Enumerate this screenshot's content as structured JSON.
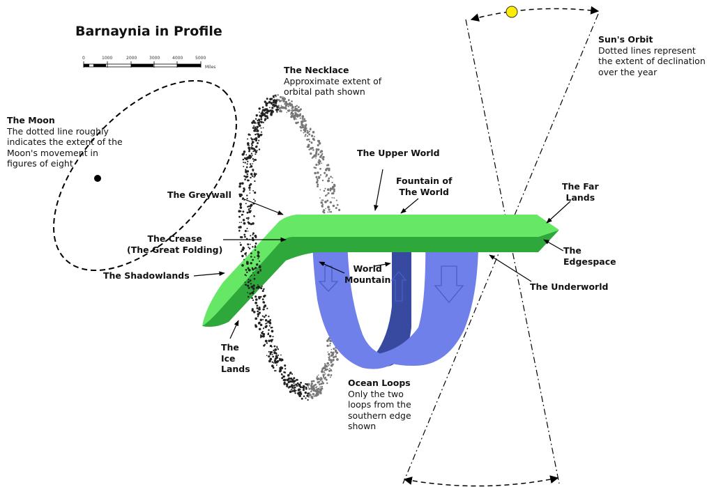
{
  "title": "Barnaynia in Profile",
  "scale": {
    "ticks": [
      "0",
      "1000",
      "2000",
      "3000",
      "4000",
      "5000"
    ],
    "unit": "Miles"
  },
  "labels": {
    "moon": {
      "title": "The Moon",
      "lines": [
        "The dotted line roughly",
        "indicates the extent of the",
        "Moon's movement in",
        "figures of eight"
      ]
    },
    "necklace": {
      "title": "The Necklace",
      "lines": [
        "Approximate extent of",
        "orbital path shown"
      ]
    },
    "sun": {
      "title": "Sun's Orbit",
      "lines": [
        "Dotted lines represent",
        "the extent of declination",
        "over the year"
      ]
    },
    "upper_world": "The Upper World",
    "fountain": [
      "Fountain of",
      "The World"
    ],
    "far_lands": [
      "The Far",
      "Lands"
    ],
    "greywall": "The Greywall",
    "crease": [
      "The Crease",
      "(The Great Folding)"
    ],
    "edgespace": [
      "The",
      "Edgespace"
    ],
    "shadowlands": "The Shadowlands",
    "world_mountain": [
      "World",
      "Mountain"
    ],
    "underworld": "The Underworld",
    "ice_lands": [
      "The",
      "Ice",
      "Lands"
    ],
    "ocean_loops": {
      "title": "Ocean Loops",
      "lines": [
        "Only the two",
        "loops from the",
        "southern edge",
        "shown"
      ]
    }
  },
  "colors": {
    "land_light": "#66e866",
    "land_dark": "#2ea83a",
    "ocean_light": "#7080ea",
    "ocean_dark": "#384aa0",
    "sun": "#ffee00"
  }
}
